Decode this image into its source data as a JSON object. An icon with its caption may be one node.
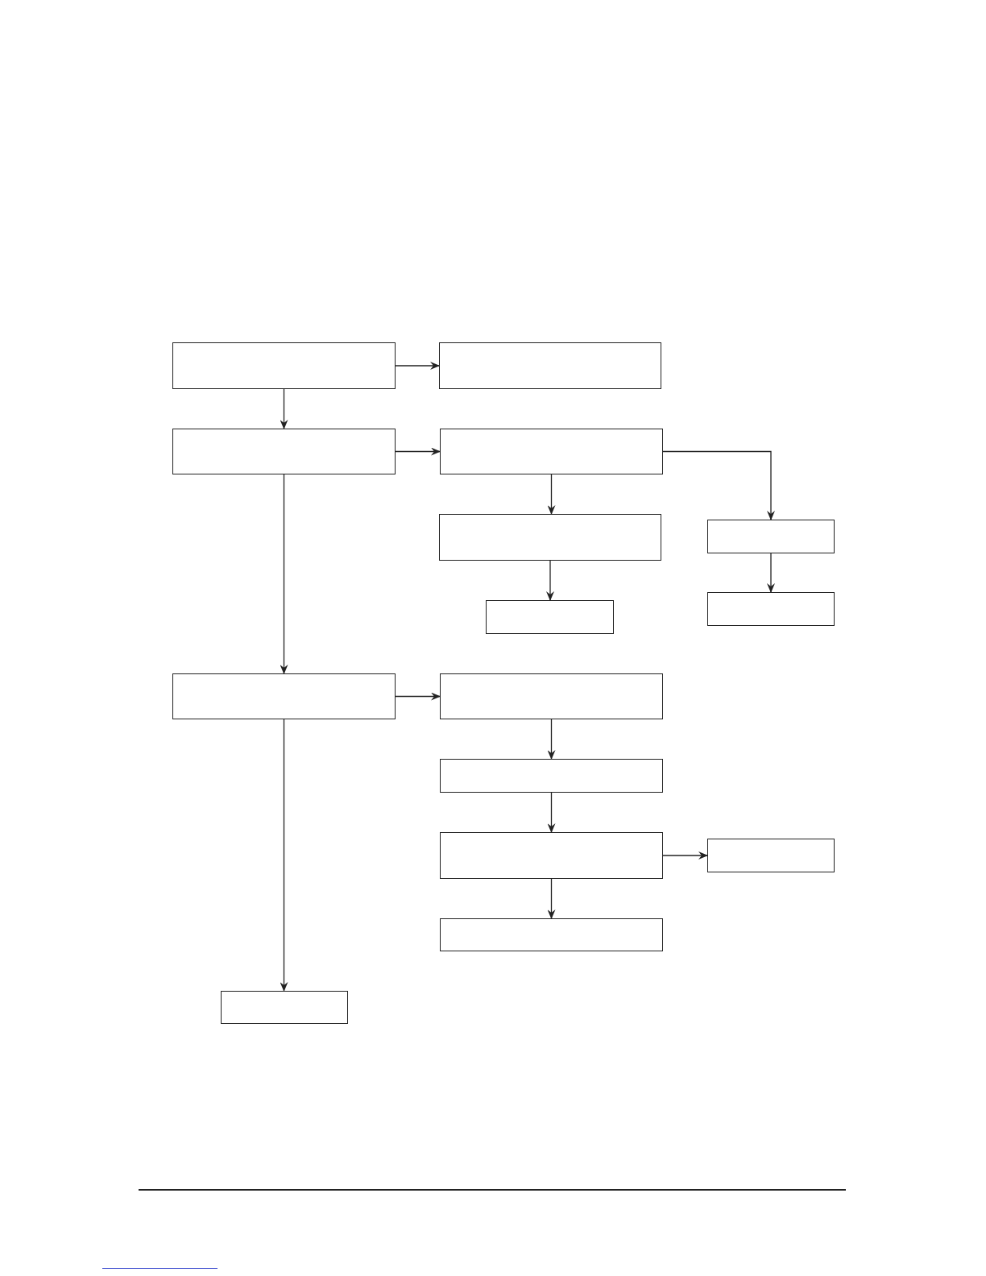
{
  "diagram": {
    "nodes": [
      {
        "text": [],
        "shape": "box"
      },
      {
        "text": [],
        "shape": "box"
      },
      {
        "text": [],
        "shape": "box"
      },
      {
        "text": [],
        "shape": "box"
      },
      {
        "text": [],
        "shape": "box"
      },
      {
        "text": [],
        "shape": "box"
      },
      {
        "text": [],
        "shape": "box"
      },
      {
        "text": [],
        "shape": "box"
      },
      {
        "text": [],
        "shape": "box"
      },
      {
        "text": [],
        "shape": "box"
      },
      {
        "text": [],
        "shape": "box"
      },
      {
        "text": [],
        "shape": "box"
      },
      {
        "text": [],
        "shape": "box"
      },
      {
        "text": [],
        "shape": "box"
      },
      {
        "text": [],
        "shape": "box"
      }
    ],
    "edges": [
      {
        "from": 0,
        "to": 1,
        "arrow": "to"
      },
      {
        "from": 0,
        "to": 2,
        "arrow": "to"
      },
      {
        "from": 2,
        "to": 3,
        "arrow": "to"
      },
      {
        "from": 3,
        "to": 4,
        "arrow": "to"
      },
      {
        "from": 3,
        "to": 6,
        "arrow": "to"
      },
      {
        "from": 4,
        "to": 5,
        "arrow": "to"
      },
      {
        "from": 6,
        "to": 7,
        "arrow": "to"
      },
      {
        "from": 2,
        "to": 8,
        "arrow": "to"
      },
      {
        "from": 8,
        "to": 9,
        "arrow": "to"
      },
      {
        "from": 9,
        "to": 10,
        "arrow": "to"
      },
      {
        "from": 10,
        "to": 11,
        "arrow": "to"
      },
      {
        "from": 11,
        "to": 12,
        "arrow": "to"
      },
      {
        "from": 11,
        "to": 13,
        "arrow": "to"
      },
      {
        "from": 8,
        "to": 14,
        "arrow": "to"
      }
    ]
  }
}
